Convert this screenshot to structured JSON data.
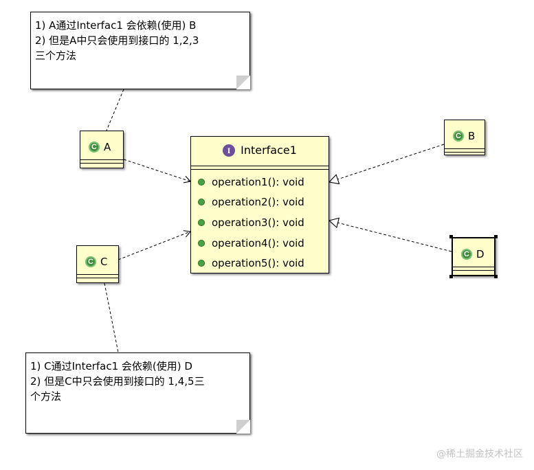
{
  "note_top": {
    "lines": [
      "1) A通过Interfac1 会依赖(使用) B",
      "2) 但是A中只会使用到接口的 1,2,3",
      "三个方法"
    ]
  },
  "note_bottom": {
    "lines": [
      "1) C通过Interfac1 会依赖(使用) D",
      "2) 但是C中只会使用到接口的 1,4,5三",
      "个方法"
    ]
  },
  "interface": {
    "icon": "I",
    "name": "Interface1",
    "operations": [
      "operation1(): void",
      "operation2(): void",
      "operation3(): void",
      "operation4(): void",
      "operation5(): void"
    ]
  },
  "classes": {
    "a": {
      "icon": "C",
      "name": "A"
    },
    "b": {
      "icon": "C",
      "name": "B"
    },
    "c": {
      "icon": "C",
      "name": "C"
    },
    "d": {
      "icon": "C",
      "name": "D"
    }
  },
  "watermark": "@稀土掘金技术社区",
  "colors": {
    "class_fill": "#ffffcc",
    "class_icon": "#3f8d3a",
    "interface_icon": "#6d4f9b",
    "operation_dot": "#4aa043"
  }
}
